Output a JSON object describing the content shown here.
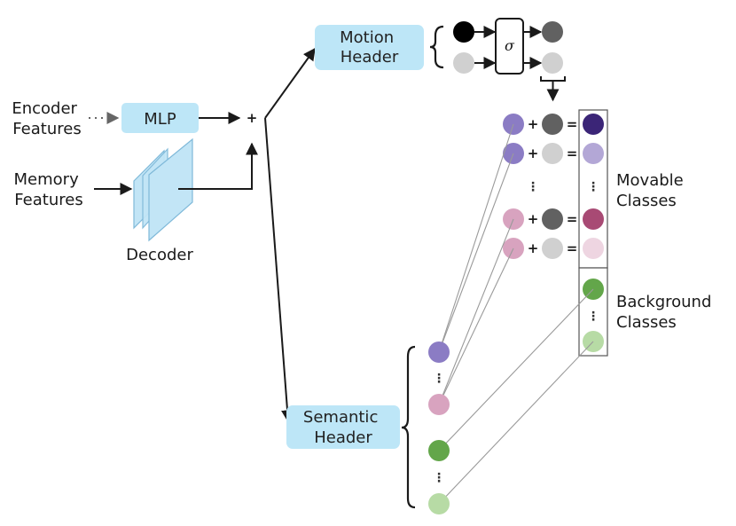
{
  "labels": {
    "encoder_features": [
      "Encoder",
      "Features"
    ],
    "memory_features": [
      "Memory",
      "Features"
    ],
    "mlp": "MLP",
    "decoder": "Decoder",
    "sum": "+",
    "motion_header": [
      "Motion",
      "Header"
    ],
    "semantic_header": [
      "Semantic",
      "Header"
    ],
    "sigma": "σ",
    "movable_classes": [
      "Movable",
      "Classes"
    ],
    "background_classes": [
      "Background",
      "Classes"
    ],
    "plus": "+",
    "equals": "=",
    "ellipsis": "⋮"
  },
  "colors": {
    "header_fill": "#bde6f7",
    "black": "#000000",
    "dark_gray": "#616161",
    "light_gray": "#d0d0d0",
    "purple": "#8b7cc4",
    "pink": "#d8a3bf",
    "dark_purple": "#3b2577",
    "light_purple": "#b3a7d6",
    "magenta": "#a84a74",
    "light_pink": "#eed5e1",
    "green": "#63a64a",
    "light_green": "#b7dba5",
    "decoder_fill": "#c2e5f6",
    "decoder_stroke": "#7fb9d9"
  }
}
